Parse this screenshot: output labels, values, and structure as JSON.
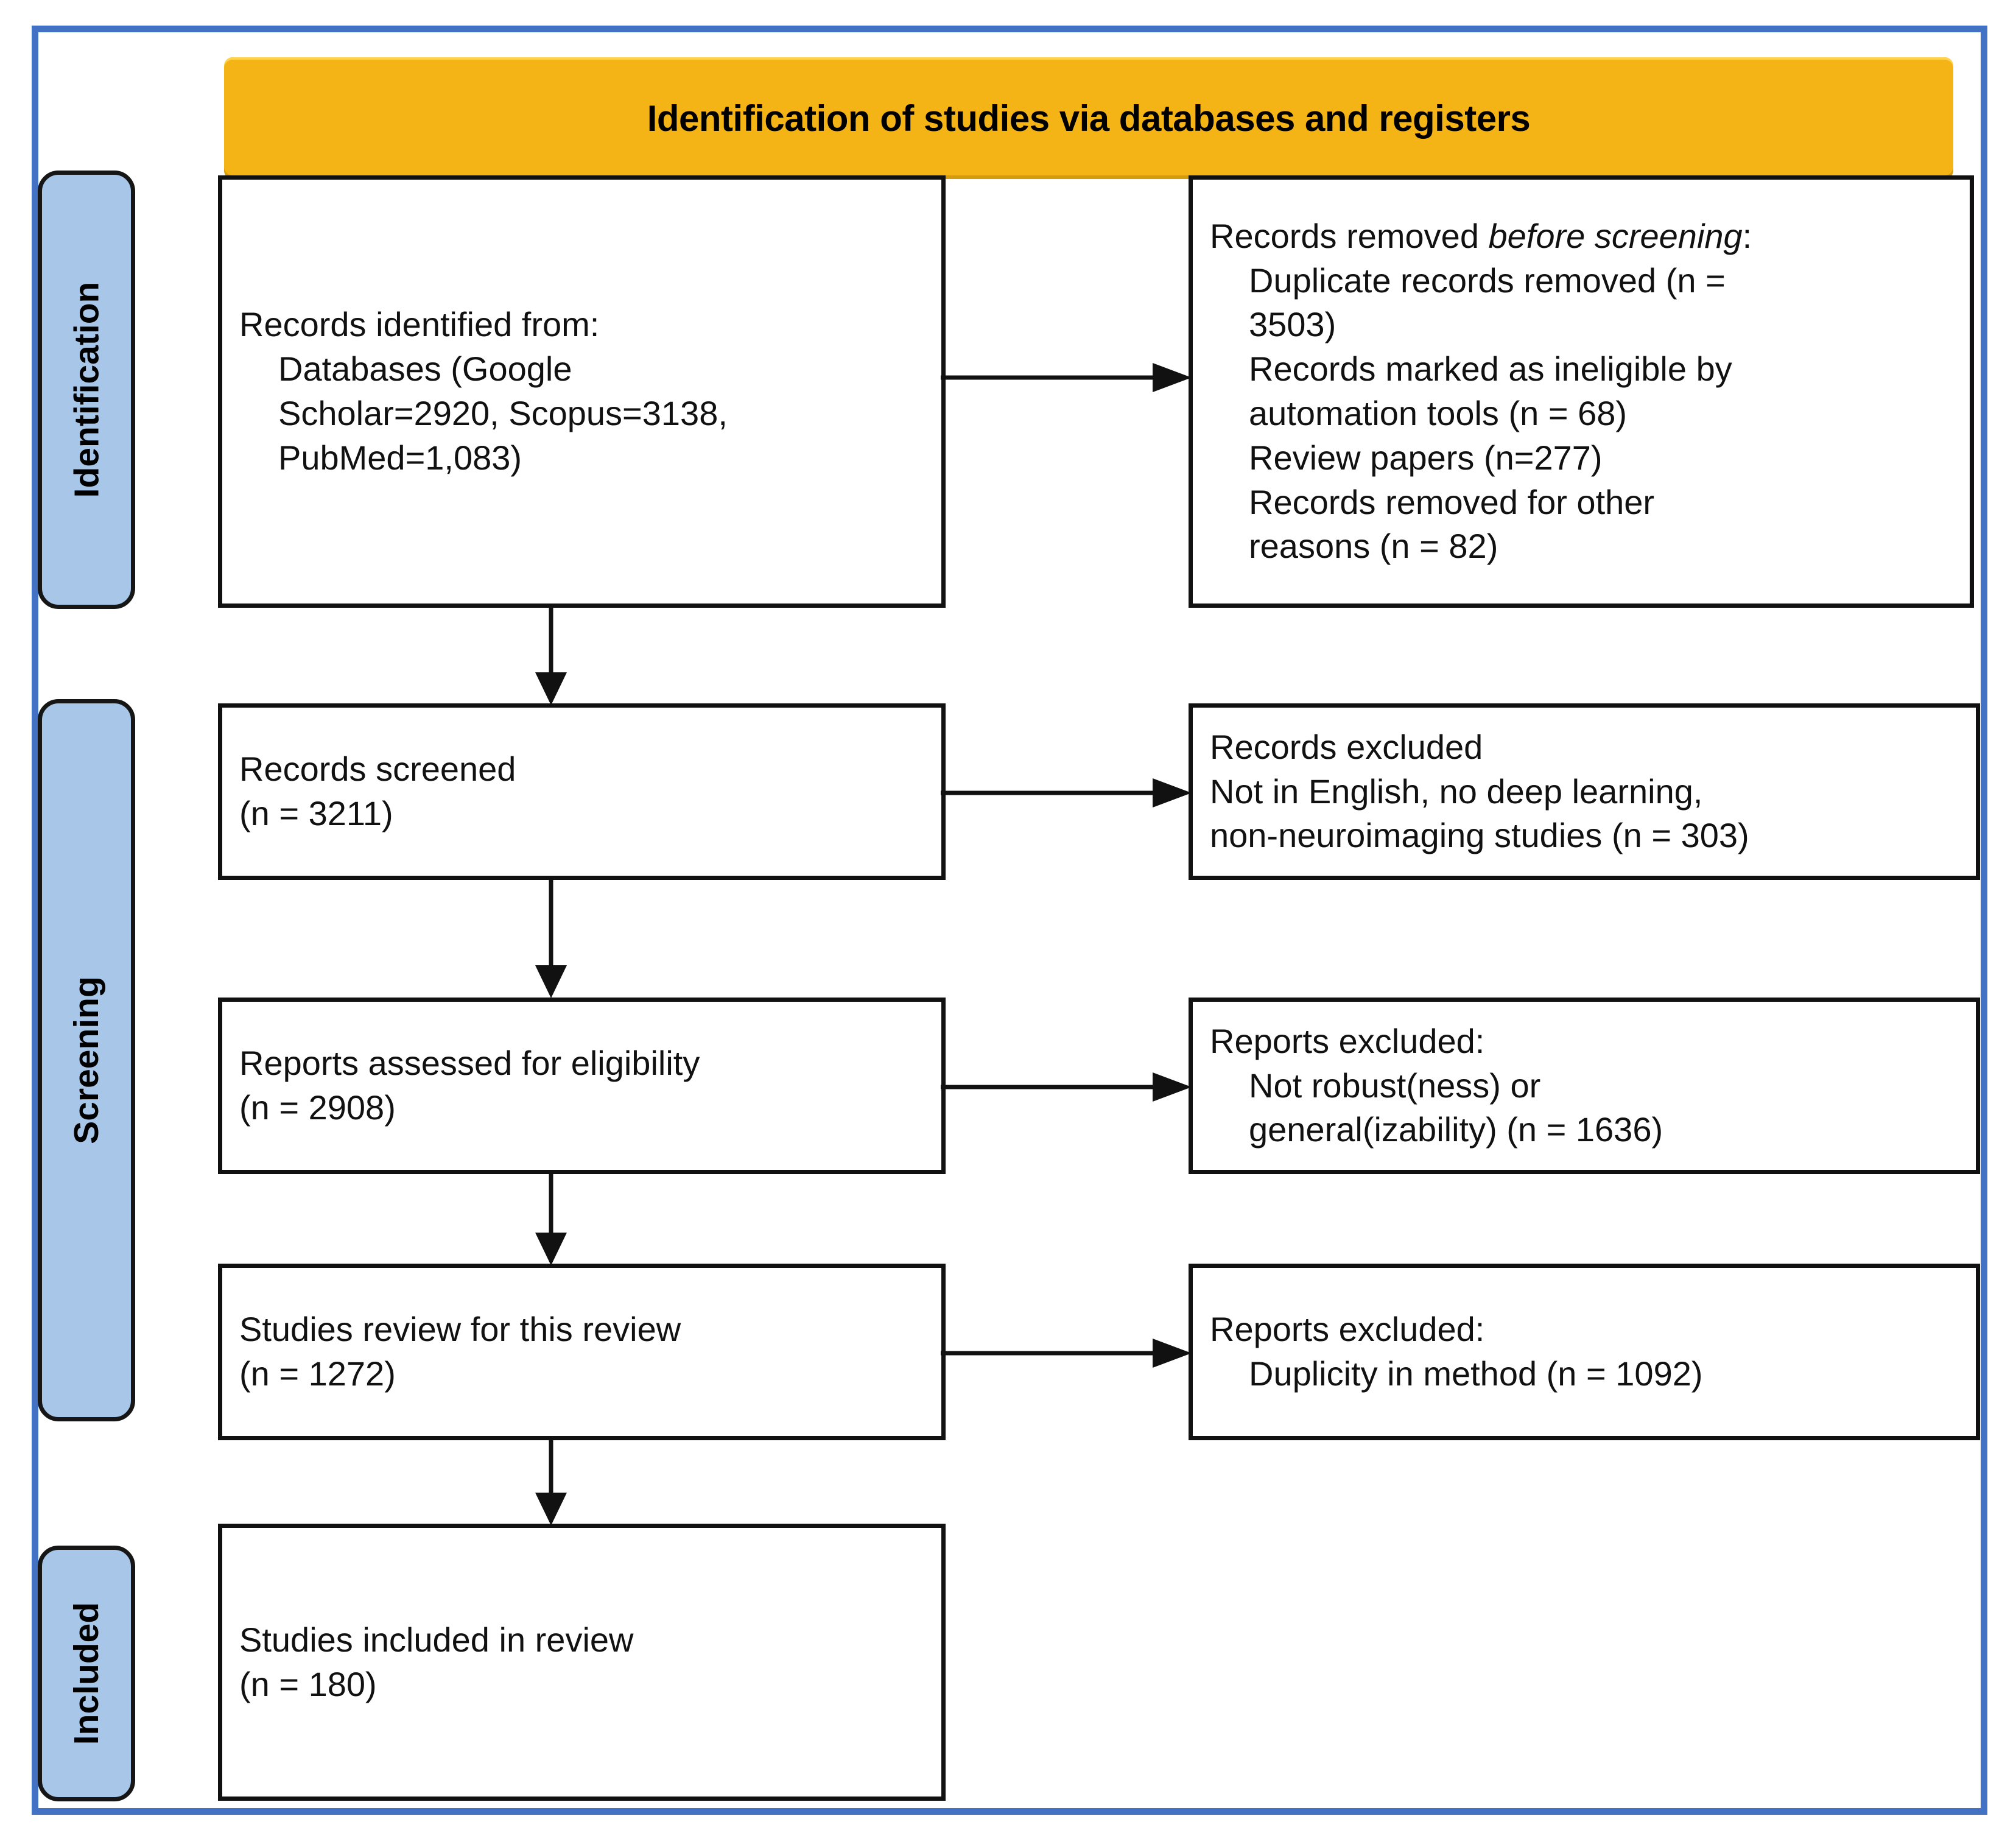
{
  "diagram": {
    "type": "prisma-flow-diagram",
    "frame_color": "#4372C4",
    "header": {
      "title": "Identification of studies via databases and registers",
      "background_color": "#F5B416"
    },
    "stages": [
      {
        "id": "identification",
        "label": "Identification",
        "color": "#A7C6E8"
      },
      {
        "id": "screening",
        "label": "Screening",
        "color": "#A7C6E8"
      },
      {
        "id": "included",
        "label": "Included",
        "color": "#A7C6E8"
      }
    ],
    "boxes": {
      "identified": {
        "line1": "Records identified from:",
        "line2": "Databases (Google",
        "line3": "Scholar=2920, Scopus=3138,",
        "line4": "PubMed=1,083)"
      },
      "removed_before_screening": {
        "heading_plain": "Records removed ",
        "heading_italic": "before screening",
        "heading_colon": ":",
        "line1": "Duplicate records removed (n =",
        "line2": "3503)",
        "line3": "Records marked as ineligible by",
        "line4": "automation tools (n = 68)",
        "line5": "Review papers (n=277)",
        "line6": "Records removed for other",
        "line7": "reasons (n = 82)"
      },
      "screened": {
        "line1": "Records screened",
        "line2": "(n = 3211)"
      },
      "records_excluded": {
        "line1": "Records excluded",
        "line2": "Not in English, no deep learning,",
        "line3": "non-neuroimaging studies (n = 303)"
      },
      "eligibility": {
        "line1": "Reports assessed for eligibility",
        "line2": "(n = 2908)"
      },
      "reports_excluded_1": {
        "line1": "Reports excluded:",
        "line2": "Not robust(ness) or",
        "line3": "general(izability) (n = 1636)"
      },
      "studies_review": {
        "line1": "Studies review for this review",
        "line2": "(n = 1272)"
      },
      "reports_excluded_2": {
        "line1": "Reports excluded:",
        "line2": "Duplicity in method (n = 1092)"
      },
      "included": {
        "line1": "Studies included in review",
        "line2": "(n = 180)"
      }
    },
    "counts": {
      "google_scholar": 2920,
      "scopus": 3138,
      "pubmed": 1083,
      "duplicates_removed": 3503,
      "ineligible_automation": 68,
      "review_papers": 277,
      "removed_other": 82,
      "records_screened": 3211,
      "records_excluded": 303,
      "reports_assessed": 2908,
      "excluded_not_robust": 1636,
      "studies_review": 1272,
      "excluded_duplicity": 1092,
      "studies_included": 180
    }
  }
}
